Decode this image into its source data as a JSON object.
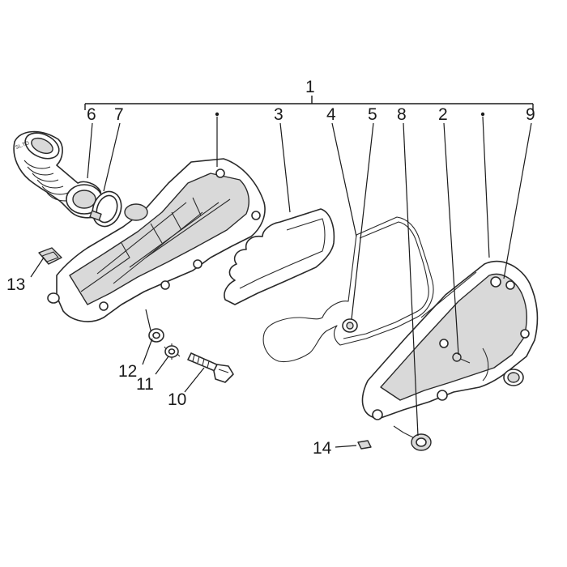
{
  "callouts": {
    "c1": "1",
    "c2": "2",
    "c3": "3",
    "c4": "4",
    "c5": "5",
    "c6": "6",
    "c7": "7",
    "c8": "8",
    "c9": "9",
    "c10": "10",
    "c11": "11",
    "c12": "12",
    "c13": "13",
    "c14": "14"
  },
  "icons": {
    "assembly": "air-filter-assembly-icon",
    "duct": "intake-duct-icon",
    "clamp": "hose-clamp-icon",
    "housing": "filter-housing-icon",
    "element": "filter-element-icon",
    "gasket": "gasket-icon",
    "cover": "filter-cover-icon",
    "screw": "screw-icon",
    "bolt": "bolt-icon",
    "washer": "washer-icon",
    "nut": "clip-nut-icon",
    "knob": "drain-knob-icon"
  }
}
